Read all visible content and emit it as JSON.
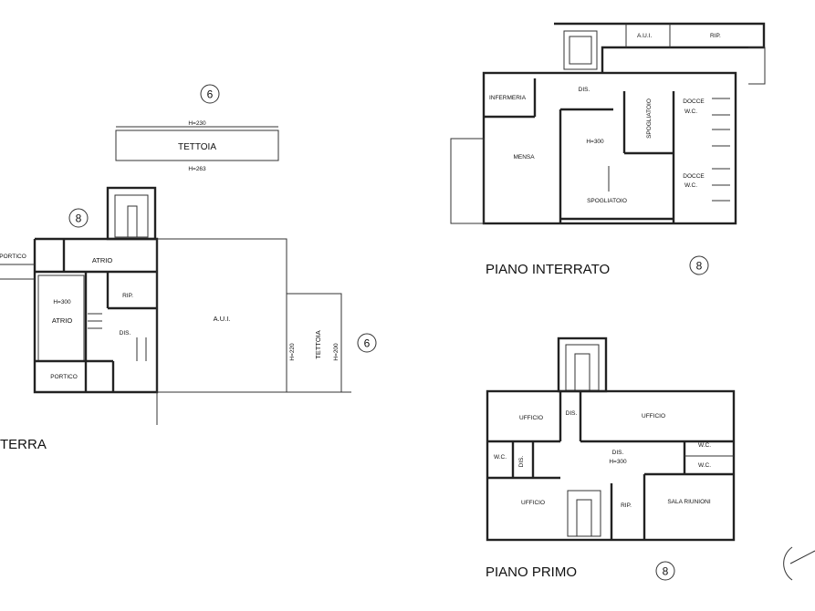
{
  "labels": {
    "tettoia_top": "TETTOIA",
    "h230": "H=230",
    "h263": "H=263",
    "marker_6": "6",
    "marker_8": "8",
    "portico": "PORTICO",
    "atrio": "ATRIO",
    "h300": "H=300",
    "rip": "RIP.",
    "dis": "DIS.",
    "aui": "A.U.I.",
    "h220": "H=220",
    "h200": "H=200",
    "tettoia_side": "TETTOIA",
    "terra": "TERRA",
    "aui_small": "A.U.I.",
    "infermeria": "INFERMERIA",
    "mensa": "MENSA",
    "spogliatoio": "SPOGLIATOIO",
    "docce": "DOCCE",
    "wc": "W.C.",
    "piano_interrato": "PIANO INTERRATO",
    "ufficio": "UFFICIO",
    "sala_riunioni": "SALA RIUNIONI",
    "piano_primo": "PIANO PRIMO"
  }
}
